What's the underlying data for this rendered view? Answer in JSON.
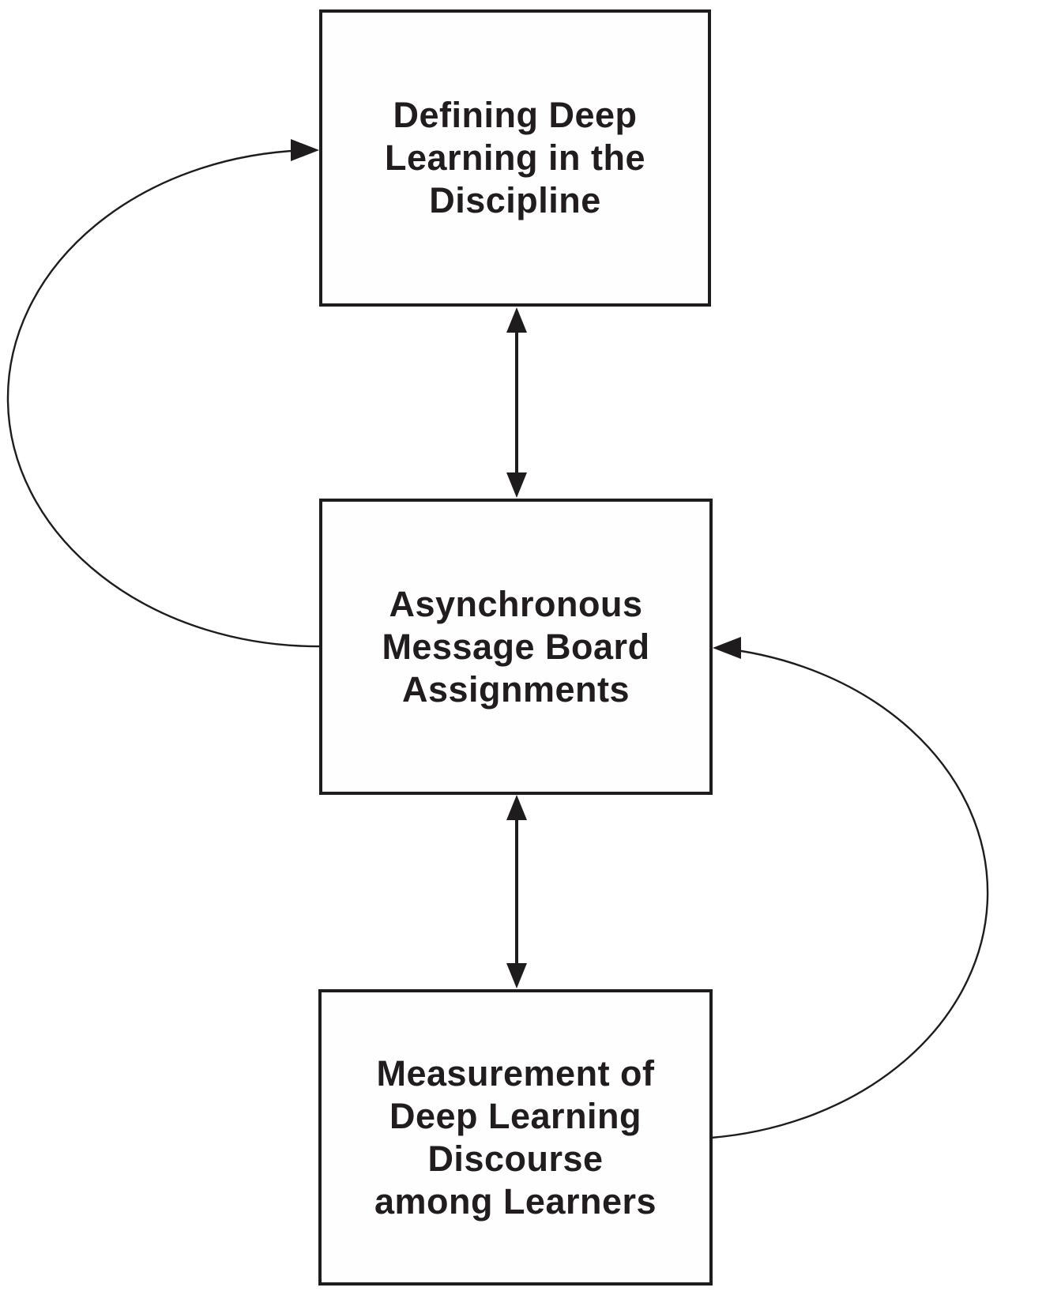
{
  "colors": {
    "line": "#1f1c1d",
    "text": "#211d1e",
    "background": "#ffffff",
    "box_fill": "#fefefe"
  },
  "diagram": {
    "type": "flow-diagram",
    "nodes": [
      {
        "id": "defining-deep-learning",
        "label": "Defining Deep\nLearning in the\nDiscipline"
      },
      {
        "id": "async-message-board",
        "label": "Asynchronous\nMessage Board\nAssignments"
      },
      {
        "id": "measurement-discourse",
        "label": "Measurement of\nDeep Learning\nDiscourse\namong Learners"
      }
    ],
    "edges": [
      {
        "from": "defining-deep-learning",
        "to": "async-message-board",
        "style": "straight-vertical",
        "arrows": "both"
      },
      {
        "from": "async-message-board",
        "to": "measurement-discourse",
        "style": "straight-vertical",
        "arrows": "both"
      },
      {
        "from": "async-message-board",
        "to": "defining-deep-learning",
        "style": "curved-left-loop",
        "arrows": "end"
      },
      {
        "from": "measurement-discourse",
        "to": "async-message-board",
        "style": "curved-right-loop",
        "arrows": "end"
      }
    ]
  }
}
